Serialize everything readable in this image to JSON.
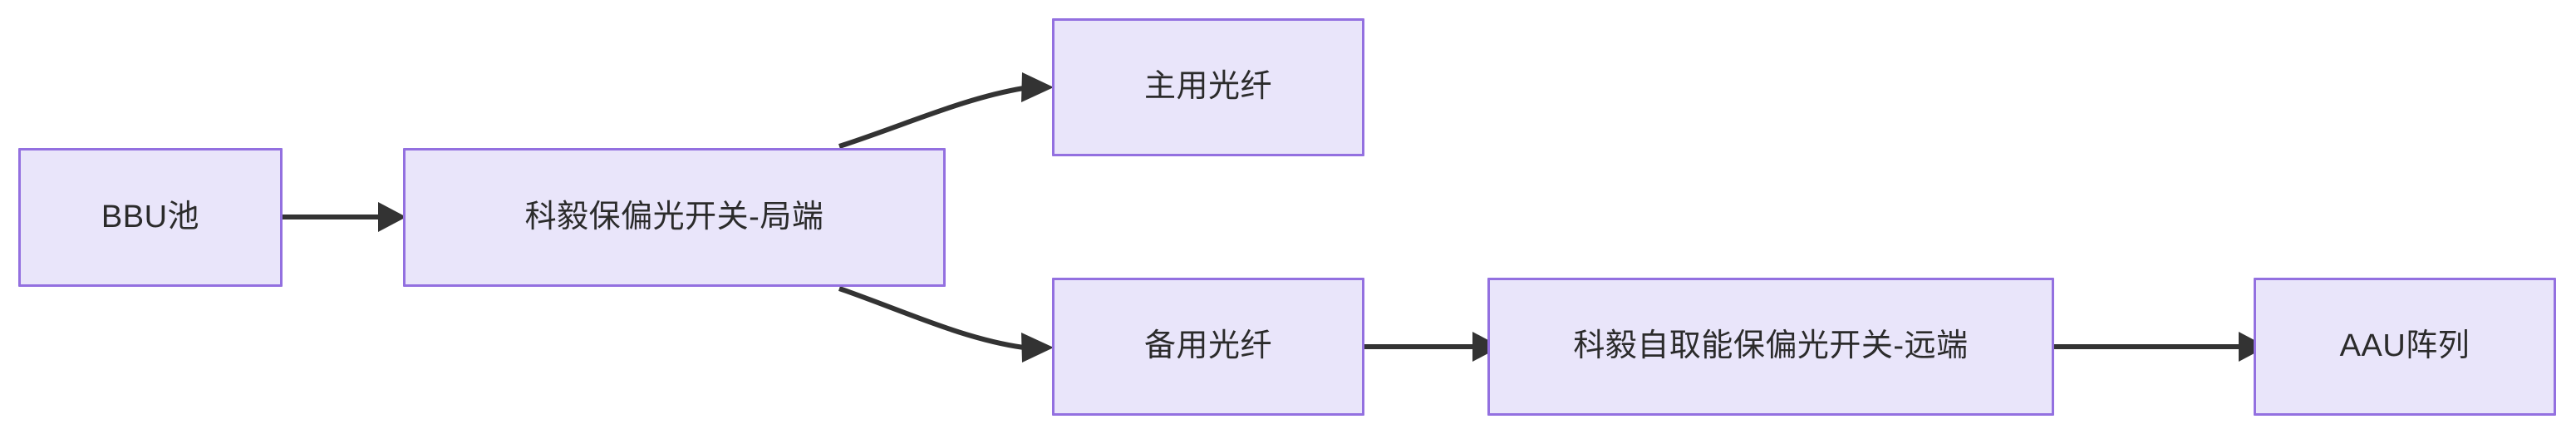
{
  "diagram": {
    "type": "flowchart",
    "orientation": "left-to-right",
    "background_color": "#ffffff",
    "node_fill_color": "#e9e5fa",
    "node_border_color": "#9370e0",
    "node_text_color": "#2b2b2b",
    "edge_color": "#333333",
    "nodes": [
      {
        "id": "bbu",
        "label": "BBU池"
      },
      {
        "id": "local_sw",
        "label": "科毅保偏光开关-局端"
      },
      {
        "id": "main_fiber",
        "label": "主用光纤"
      },
      {
        "id": "bak_fiber",
        "label": "备用光纤"
      },
      {
        "id": "remote_sw",
        "label": "科毅自取能保偏光开关-远端"
      },
      {
        "id": "aau",
        "label": "AAU阵列"
      }
    ],
    "edges": [
      {
        "from": "bbu",
        "to": "local_sw",
        "style": "straight-arrow",
        "label": ""
      },
      {
        "from": "local_sw",
        "to": "main_fiber",
        "style": "curved-arrow",
        "label": ""
      },
      {
        "from": "local_sw",
        "to": "bak_fiber",
        "style": "curved-arrow",
        "label": ""
      },
      {
        "from": "bak_fiber",
        "to": "remote_sw",
        "style": "straight-arrow",
        "label": ""
      },
      {
        "from": "remote_sw",
        "to": "aau",
        "style": "straight-arrow",
        "label": ""
      }
    ]
  }
}
